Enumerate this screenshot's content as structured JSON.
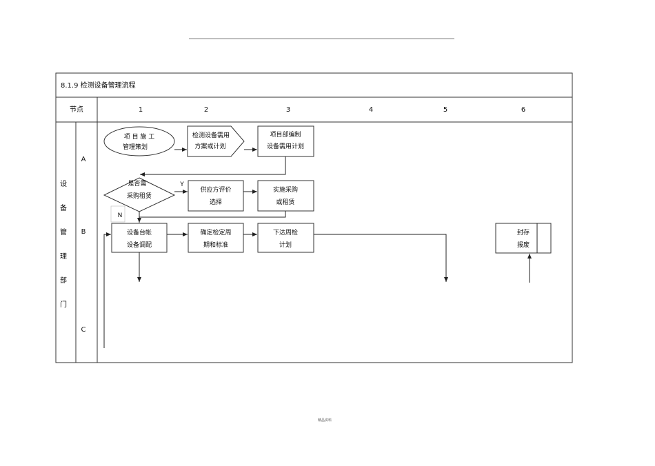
{
  "document": {
    "section_title": "8.1.9   检测设备管理流程",
    "header": {
      "node_label": "节点",
      "columns": [
        "1",
        "2",
        "3",
        "4",
        "5",
        "6"
      ]
    },
    "department": [
      "设",
      "备",
      "管",
      "理",
      "部",
      "门"
    ],
    "rows": [
      "A",
      "B",
      "C"
    ],
    "steps": {
      "project_plan": [
        "项 目 施 工",
        "管理策划"
      ],
      "equipment_need_plan": [
        "检测设备需用",
        "方案或计划"
      ],
      "project_compile": [
        "项目部编制",
        "设备需用计划"
      ],
      "decision": [
        "是否需",
        "采购租赁"
      ],
      "decision_yes": "Y",
      "decision_no": "N",
      "supplier_eval": [
        "供应方评价",
        "选择"
      ],
      "purchase_lease": [
        "实施采购",
        "或租赁"
      ],
      "ledger": [
        "设备台帐",
        "设备调配"
      ],
      "calibration_cycle": [
        "确定检定周",
        "期和标准"
      ],
      "issue_plan": [
        "下达周检",
        "计划"
      ],
      "seal_scrap": [
        "封存",
        "报废"
      ]
    },
    "footer": "精品资料"
  }
}
